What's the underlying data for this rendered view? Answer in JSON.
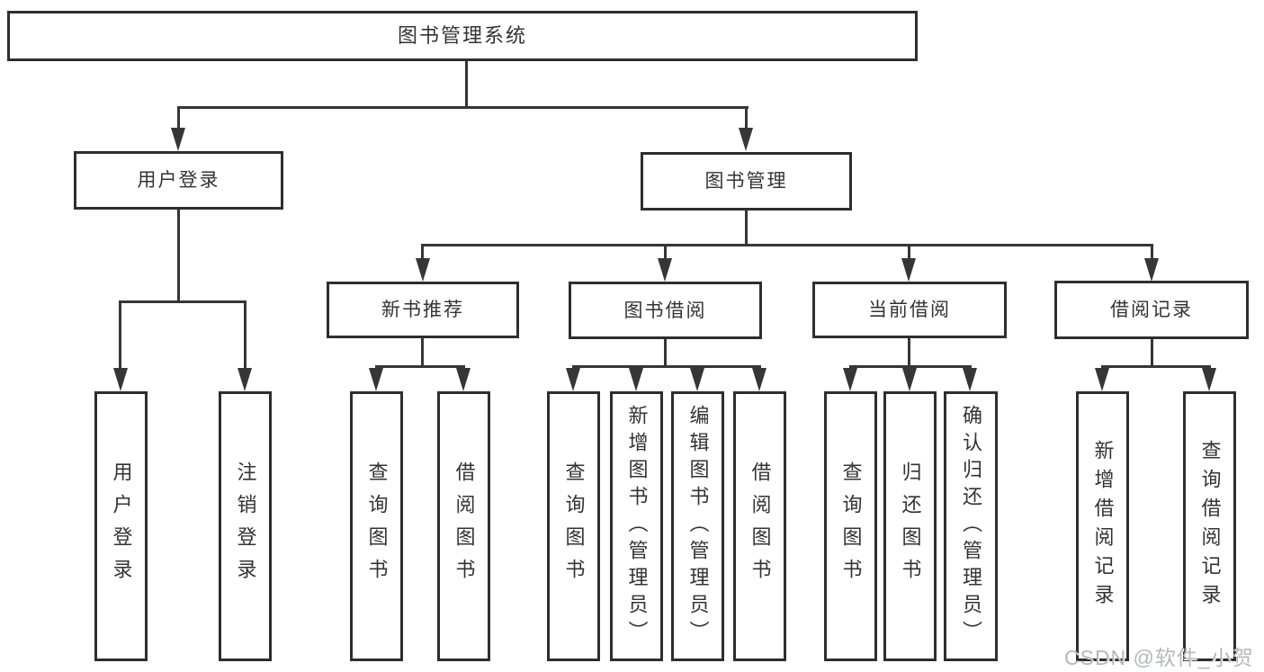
{
  "nodes": {
    "root": {
      "label": "图书管理系统"
    },
    "user_login": {
      "label": "用户登录"
    },
    "book_mgmt": {
      "label": "图书管理"
    },
    "new_book_rec": {
      "label": "新书推荐"
    },
    "book_borrow": {
      "label": "图书借阅"
    },
    "current_borrow": {
      "label": "当前借阅"
    },
    "borrow_record": {
      "label": "借阅记录"
    },
    "ul_user_login": {
      "label": "用户登录"
    },
    "ul_logout": {
      "label": "注销登录"
    },
    "nb_query_book": {
      "label": "查询图书"
    },
    "nb_borrow_book": {
      "label": "借阅图书"
    },
    "bb_query_book": {
      "label": "查询图书"
    },
    "bb_add_book": {
      "label": "新增图书（管理员）"
    },
    "bb_edit_book": {
      "label": "编辑图书（管理员）"
    },
    "bb_borrow_book": {
      "label": "借阅图书"
    },
    "cb_query_book": {
      "label": "查询图书"
    },
    "cb_return_book": {
      "label": "归还图书"
    },
    "cb_confirm_return": {
      "label": "确认归还（管理员）"
    },
    "br_add_record": {
      "label": "新增借阅记录"
    },
    "br_query_record": {
      "label": "查询借阅记录"
    }
  },
  "watermark": {
    "text": "CSDN @软件_小贺同学"
  },
  "colors": {
    "background": "#ffffff",
    "box_border": "#2e2e2e",
    "connector_line": "#363636",
    "text": "#333333",
    "watermark_text": "#b5b8bb"
  }
}
